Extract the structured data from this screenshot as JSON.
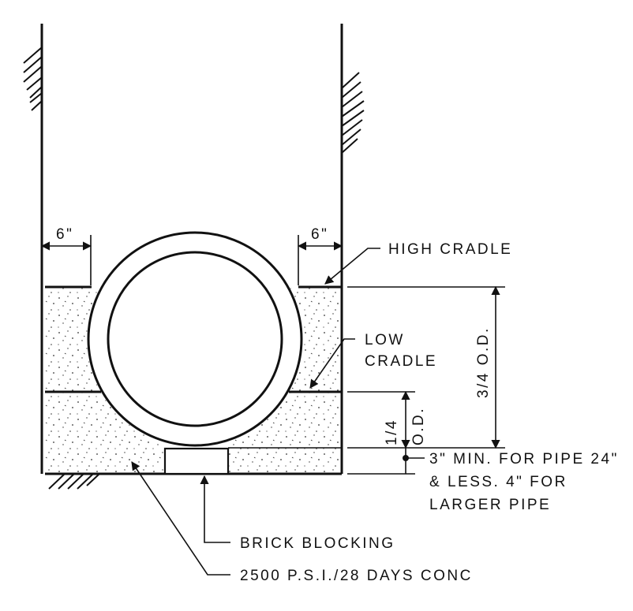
{
  "labels": {
    "dim_left_width": "6\"",
    "dim_right_width": "6\"",
    "high_cradle": "HIGH CRADLE",
    "low_cradle_line1": "LOW",
    "low_cradle_line2": "CRADLE",
    "dim_three_quarter": "3/4 O.D.",
    "dim_quarter_line1": "1/4",
    "dim_quarter_line2": "O.D.",
    "min_note_line1": "3\" MIN. FOR PIPE 24\"",
    "min_note_line2": "& LESS. 4\" FOR",
    "min_note_line3": "LARGER PIPE",
    "brick_blocking": "BRICK BLOCKING",
    "concrete_spec": "2500 P.S.I./28 DAYS CONC"
  }
}
